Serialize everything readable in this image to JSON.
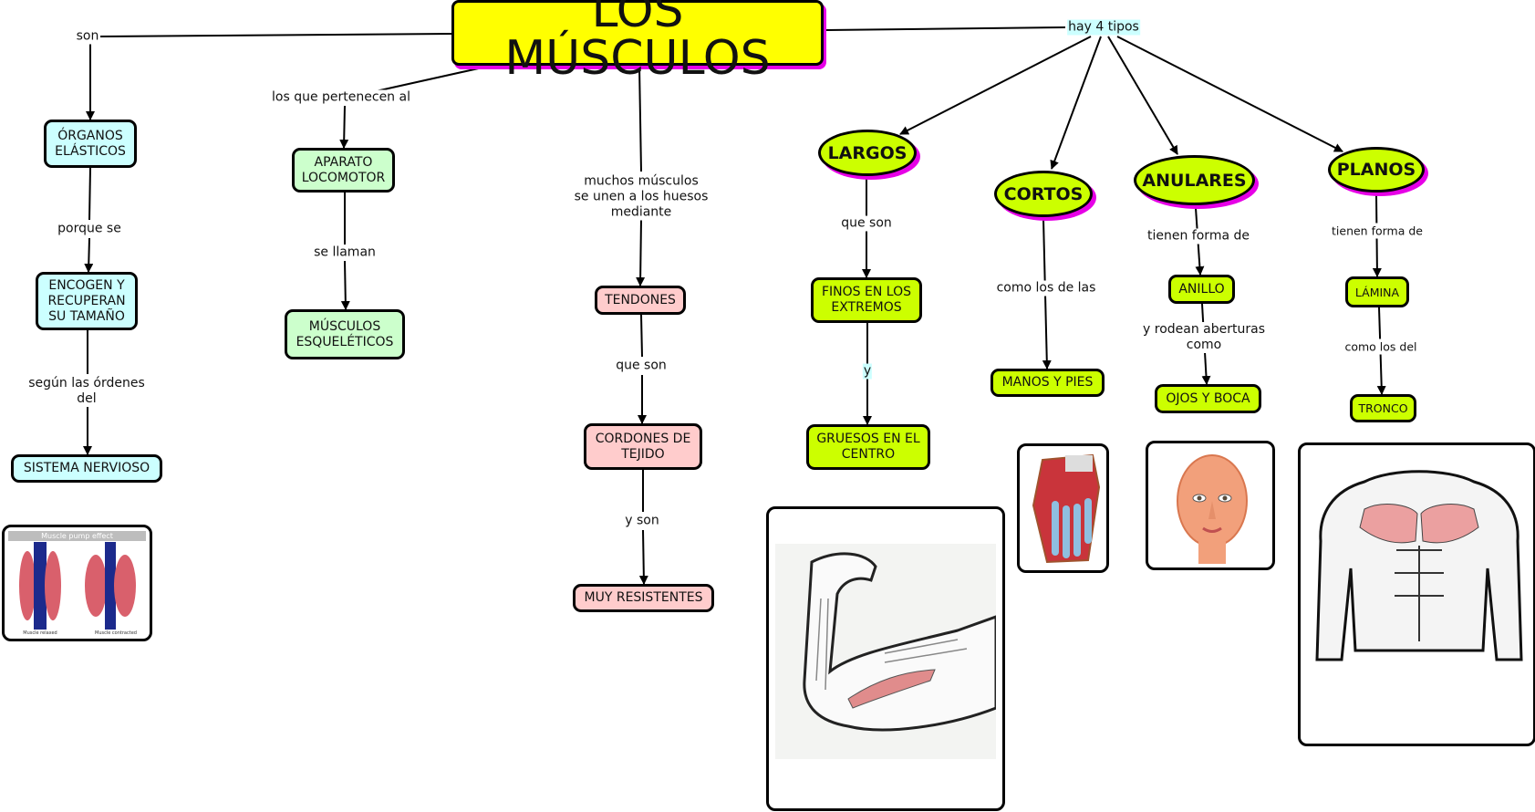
{
  "map": {
    "title": "LOS MÚSCULOS",
    "colors": {
      "title_fill": "#ffff00",
      "shadow": "#e600e6",
      "cyan_nodes": "#ccffff",
      "green_nodes": "#ccffcc",
      "pink_nodes": "#ffcccc",
      "lime_nodes": "#ccff00"
    },
    "nodes": {
      "organos": "ÓRGANOS\nELÁSTICOS",
      "encogen": "ENCOGEN Y\nRECUPERAN\nSU TAMAÑO",
      "sistema": "SISTEMA NERVIOSO",
      "aparato": "APARATO\nLOCOMOTOR",
      "esqueleticos": "MÚSCULOS\nESQUELÉTICOS",
      "tendones": "TENDONES",
      "cordones": "CORDONES DE\nTEJIDO",
      "resistentes": "MUY RESISTENTES",
      "largos": "LARGOS",
      "cortos": "CORTOS",
      "anulares": "ANULARES",
      "planos": "PLANOS",
      "finos": "FINOS EN LOS\nEXTREMOS",
      "gruesos": "GRUESOS EN EL\nCENTRO",
      "manos": "MANOS Y PIES",
      "anillo": "ANILLO",
      "ojos": "OJOS Y BOCA",
      "lamina": "LÁMINA",
      "tronco": "TRONCO"
    },
    "links": {
      "son": "son",
      "porque_se": "porque se",
      "segun": "según las órdenes\ndel",
      "pertenecen": "los que pertenecen al",
      "se_llaman": "se llaman",
      "muchos": "muchos músculos\nse unen a los huesos\nmediante",
      "que_son_t": "que son",
      "y_son": "y son",
      "hay_4_tipos": "hay 4 tipos",
      "que_son_l": "que son",
      "y": "y",
      "como_los_de_las": "como los de las",
      "tienen_forma_a": "tienen forma de",
      "rodean": "y rodean aberturas\ncomo",
      "tienen_forma_p": "tienen forma de",
      "como_los_del": "como los del"
    },
    "images": {
      "pump": {
        "title": "Muscle pump effect",
        "caption_left": "Muscle relaxed",
        "caption_right": "Muscle contracted"
      },
      "arm": "biceps-arm-illustration",
      "hand": "hand-muscles-illustration",
      "face": "face-muscles-illustration",
      "torso": "torso-muscles-illustration"
    }
  }
}
